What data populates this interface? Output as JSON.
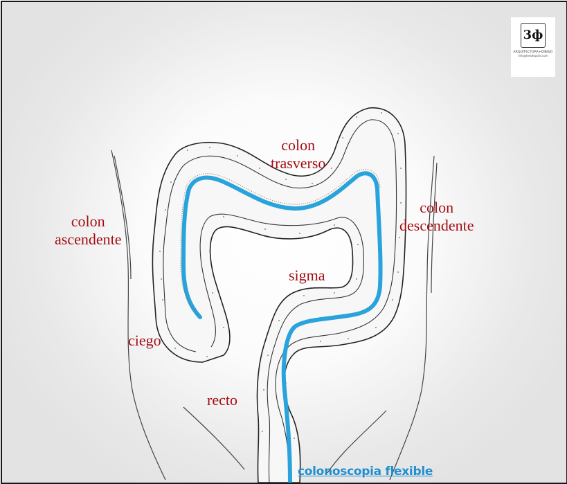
{
  "labels": {
    "transverse": [
      "colon",
      "trasverso"
    ],
    "ascending": [
      "colon",
      "ascendente"
    ],
    "descending": [
      "colon",
      "descendente"
    ],
    "sigmoid": "sigma",
    "cecum": "ciego",
    "rectum": "recto"
  },
  "logo": {
    "mark": "3ф",
    "line1": "ARQUITECTURA+DIBUJO",
    "line2": "info@tresdepolis.com"
  },
  "caption": "colonoscopia flexible",
  "colors": {
    "label": "#a30d12",
    "scope": "#29a3dc",
    "caption": "#1f8fd0",
    "outline": "#222222"
  }
}
